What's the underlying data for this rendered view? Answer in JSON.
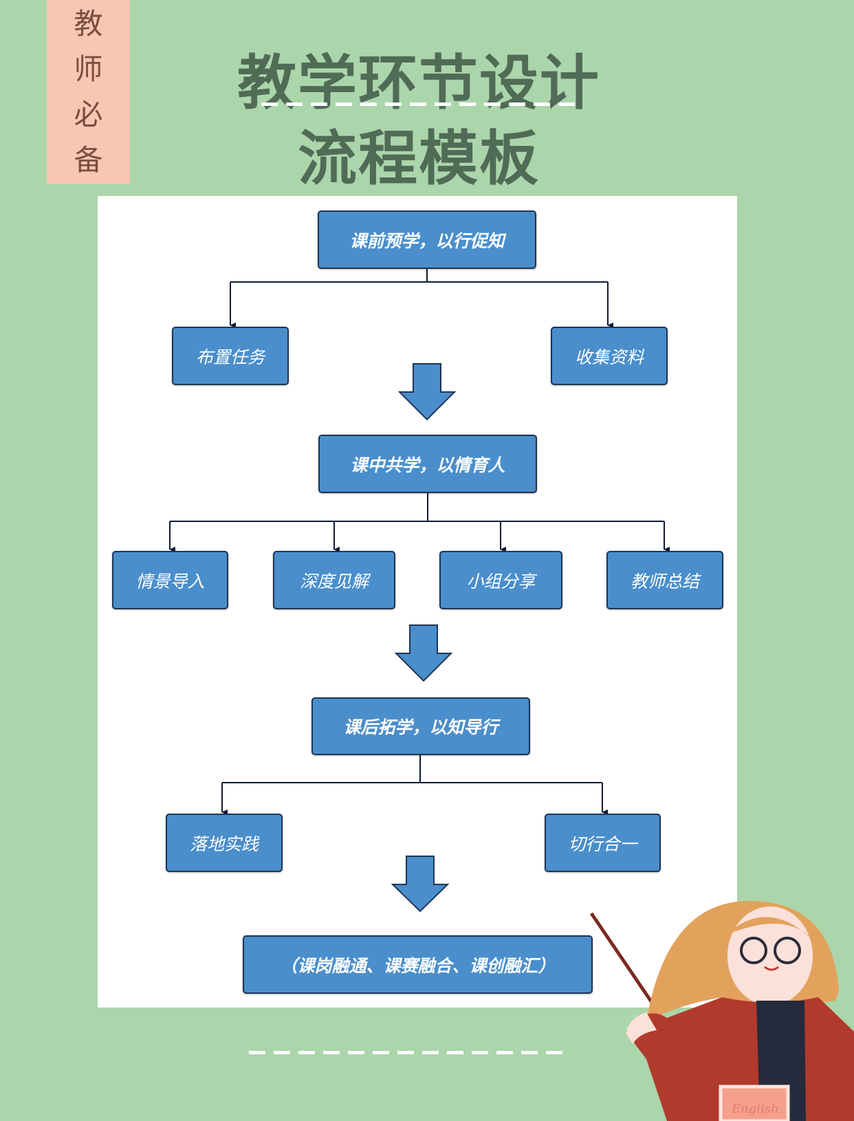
{
  "tag": {
    "chars": [
      "教",
      "师",
      "必",
      "备"
    ]
  },
  "title": {
    "line1": "教学环节设计",
    "line2": "流程模板"
  },
  "flow": {
    "stage1": {
      "label": "课前预学，以行促知",
      "children": [
        "布置任务",
        "收集资料"
      ]
    },
    "stage2": {
      "label": "课中共学，以情育人",
      "children": [
        "情景导入",
        "深度见解",
        "小组分享",
        "教师总结"
      ]
    },
    "stage3": {
      "label": "课后拓学，以知导行",
      "children": [
        "落地实践",
        "切行合一"
      ]
    },
    "final": {
      "label": "（课岗融通、课赛融合、课创融汇）"
    }
  },
  "illustration": {
    "book_text": "English"
  },
  "colors": {
    "background": "#abd5ab",
    "tag": "#f8c6b3",
    "title": "#506b56",
    "box": "#4a8ecb",
    "box_border": "#1d3557"
  }
}
